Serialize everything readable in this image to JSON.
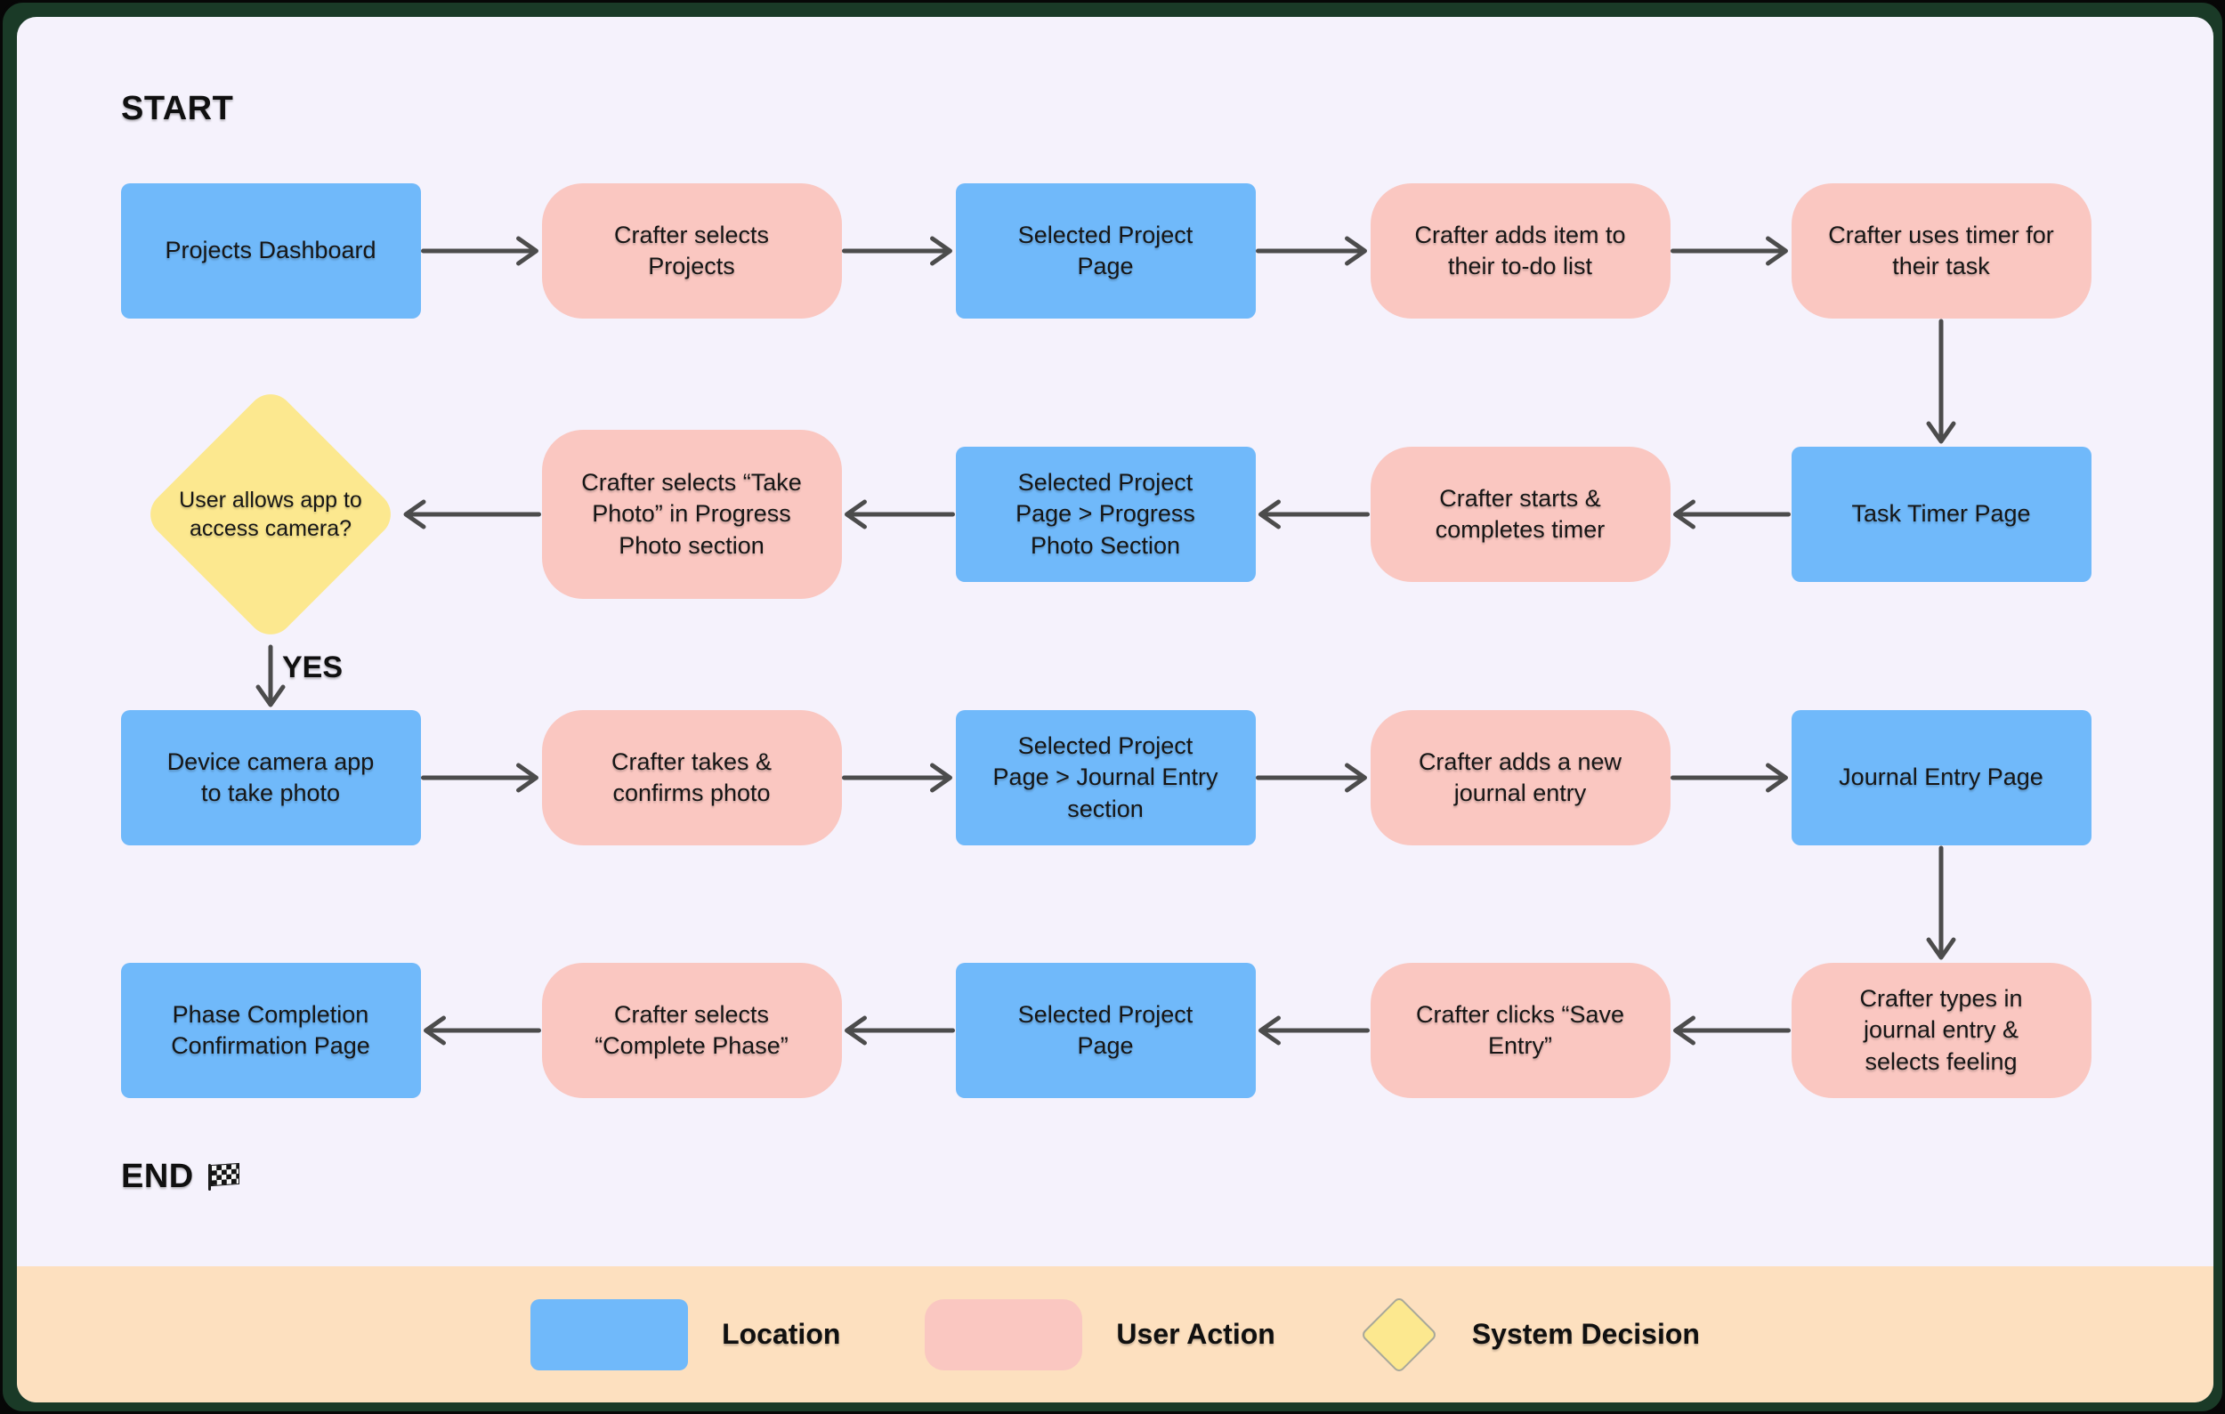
{
  "start_label": "START",
  "end_label": "END",
  "decision_branch_label": "YES",
  "icons": {
    "end_flag": "checkered-flag"
  },
  "colors": {
    "frame": "#1a3a27",
    "canvas": "#f5f2fc",
    "legend_band": "#fde0bf",
    "location": "#70b9fa",
    "action": "#fac7c1",
    "decision": "#fce88f",
    "arrow": "#4c4c4c",
    "text": "#161616"
  },
  "nodes": [
    {
      "id": "projects-dashboard",
      "type": "location",
      "label": "Projects Dashboard",
      "col": 0,
      "row": 0
    },
    {
      "id": "crafter-selects-projects",
      "type": "action",
      "label": "Crafter selects Projects",
      "col": 1,
      "row": 0
    },
    {
      "id": "selected-project-page-1",
      "type": "location",
      "label": "Selected Project Page",
      "col": 2,
      "row": 0
    },
    {
      "id": "crafter-adds-todo-item",
      "type": "action",
      "label": "Crafter adds item to their to-do list",
      "col": 3,
      "row": 0
    },
    {
      "id": "crafter-uses-timer",
      "type": "action",
      "label": "Crafter uses timer for their task",
      "col": 4,
      "row": 0
    },
    {
      "id": "task-timer-page",
      "type": "location",
      "label": "Task Timer Page",
      "col": 4,
      "row": 1
    },
    {
      "id": "crafter-starts-completes-timer",
      "type": "action",
      "label": "Crafter starts & completes timer",
      "col": 3,
      "row": 1
    },
    {
      "id": "spp-progress-photo-section",
      "type": "location",
      "label": "Selected Project Page > Progress Photo Section",
      "col": 2,
      "row": 1
    },
    {
      "id": "crafter-selects-take-photo",
      "type": "action",
      "label": "Crafter selects “Take Photo” in Progress Photo section",
      "col": 1,
      "row": 1,
      "tall": true
    },
    {
      "id": "camera-access-decision",
      "type": "decision",
      "label": "User allows app to access camera?",
      "col": 0,
      "row": 1
    },
    {
      "id": "device-camera-app",
      "type": "location",
      "label": "Device camera app to take photo",
      "col": 0,
      "row": 2
    },
    {
      "id": "crafter-takes-confirms-photo",
      "type": "action",
      "label": "Crafter takes & confirms photo",
      "col": 1,
      "row": 2
    },
    {
      "id": "spp-journal-entry-section",
      "type": "location",
      "label": "Selected Project Page > Journal Entry section",
      "col": 2,
      "row": 2
    },
    {
      "id": "crafter-adds-journal-entry",
      "type": "action",
      "label": "Crafter adds a new journal entry",
      "col": 3,
      "row": 2
    },
    {
      "id": "journal-entry-page",
      "type": "location",
      "label": "Journal Entry Page",
      "col": 4,
      "row": 2
    },
    {
      "id": "crafter-types-journal-entry",
      "type": "action",
      "label": "Crafter types in journal entry & selects feeling",
      "col": 4,
      "row": 3
    },
    {
      "id": "crafter-clicks-save-entry",
      "type": "action",
      "label": "Crafter clicks “Save Entry”",
      "col": 3,
      "row": 3
    },
    {
      "id": "selected-project-page-2",
      "type": "location",
      "label": "Selected Project Page",
      "col": 2,
      "row": 3
    },
    {
      "id": "crafter-selects-complete-phase",
      "type": "action",
      "label": "Crafter selects “Complete Phase”",
      "col": 1,
      "row": 3
    },
    {
      "id": "phase-completion-confirmation-page",
      "type": "location",
      "label": "Phase Completion Confirmation Page",
      "col": 0,
      "row": 3
    }
  ],
  "edges": [
    [
      "projects-dashboard",
      "crafter-selects-projects"
    ],
    [
      "crafter-selects-projects",
      "selected-project-page-1"
    ],
    [
      "selected-project-page-1",
      "crafter-adds-todo-item"
    ],
    [
      "crafter-adds-todo-item",
      "crafter-uses-timer"
    ],
    [
      "crafter-uses-timer",
      "task-timer-page"
    ],
    [
      "task-timer-page",
      "crafter-starts-completes-timer"
    ],
    [
      "crafter-starts-completes-timer",
      "spp-progress-photo-section"
    ],
    [
      "spp-progress-photo-section",
      "crafter-selects-take-photo"
    ],
    [
      "crafter-selects-take-photo",
      "camera-access-decision"
    ],
    [
      "camera-access-decision",
      "device-camera-app"
    ],
    [
      "device-camera-app",
      "crafter-takes-confirms-photo"
    ],
    [
      "crafter-takes-confirms-photo",
      "spp-journal-entry-section"
    ],
    [
      "spp-journal-entry-section",
      "crafter-adds-journal-entry"
    ],
    [
      "crafter-adds-journal-entry",
      "journal-entry-page"
    ],
    [
      "journal-entry-page",
      "crafter-types-journal-entry"
    ],
    [
      "crafter-types-journal-entry",
      "crafter-clicks-save-entry"
    ],
    [
      "crafter-clicks-save-entry",
      "selected-project-page-2"
    ],
    [
      "selected-project-page-2",
      "crafter-selects-complete-phase"
    ],
    [
      "crafter-selects-complete-phase",
      "phase-completion-confirmation-page"
    ]
  ],
  "legend": {
    "items": [
      {
        "shape": "location",
        "label": "Location"
      },
      {
        "shape": "action",
        "label": "User Action"
      },
      {
        "shape": "decision",
        "label": "System Decision"
      }
    ]
  }
}
